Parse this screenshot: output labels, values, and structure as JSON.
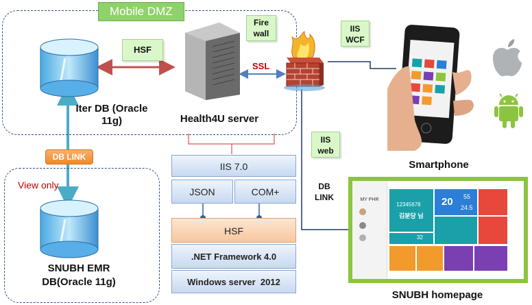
{
  "zones": {
    "dmz_label": "Mobile DMZ",
    "view_only": "View only"
  },
  "labels": {
    "hsf_arrow": "HSF",
    "ssl": "SSL",
    "firewall": "Fire wall",
    "iis_wcf": "IIS WCF",
    "iis_web": "IIS web",
    "db_link_box": "DB LINK",
    "db_link_text": "DB LINK",
    "iter_db": "Iter DB (Oracle 11g)",
    "health4u": "Health4U server",
    "smartphone": "Smartphone",
    "snubh_homepage": "SNUBH homepage",
    "snubh_emr": "SNUBH EMR DB(Oracle 11g)"
  },
  "stack": {
    "iis": "IIS 7.0",
    "json": "JSON",
    "com": "COM+",
    "hsf": "HSF",
    "net": ".NET Framework 4.0",
    "windows": "Windows server  2012"
  },
  "homepage_screen": {
    "menu_title": "MY PHR",
    "number": "12345678",
    "name": "김분당 님",
    "temp": "20",
    "temp2": "24.5",
    "humidity": "55",
    "count": "32"
  },
  "colors": {
    "tile_teal": "#1aa0a8",
    "tile_red": "#e8473b",
    "tile_orange": "#f39a2d",
    "tile_purple": "#7a3fb0",
    "tile_blue": "#2c7ed6",
    "frame_green": "#8cc43f"
  }
}
